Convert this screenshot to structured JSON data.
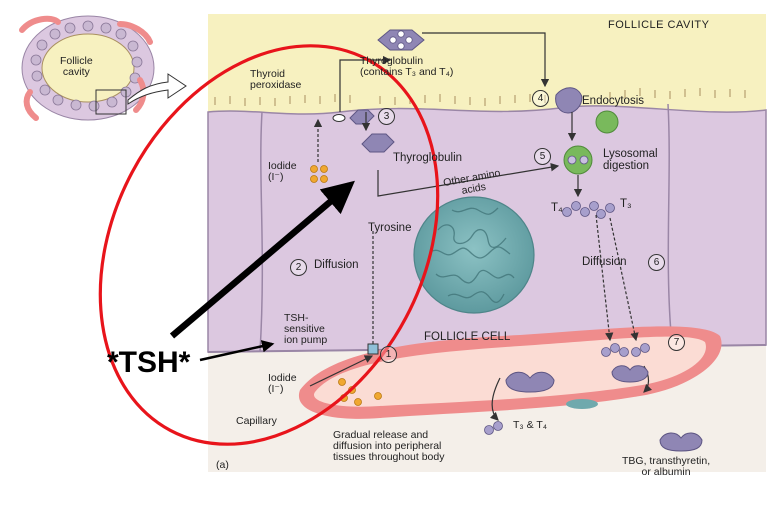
{
  "labels": {
    "follicle_cavity_inset": "Follicle\ncavity",
    "follicle_cavity": "FOLLICLE CAVITY",
    "thyroid_peroxidase": "Thyroid\nperoxidase",
    "thyroglobulin_top": "Thyroglobulin\n(contains T₃ and T₄)",
    "thyroglobulin_mid": "Thyroglobulin",
    "endocytosis": "Endocytosis",
    "lysosomal_digestion": "Lysosomal\ndigestion",
    "other_amino_acids": "Other amino\nacids",
    "iodide_inner": "Iodide\n(I⁻)",
    "tyrosine": "Tyrosine",
    "diffusion_left": "Diffusion",
    "diffusion_right": "Diffusion",
    "t4": "T₄",
    "t3": "T₃",
    "tsh_pump": "TSH-\nsensitive\nion pump",
    "follicle_cell": "FOLLICLE CELL",
    "iodide_capillary": "Iodide\n(I⁻)",
    "capillary": "Capillary",
    "gradual_release": "Gradual release and\ndiffusion into peripheral\ntissues throughout body",
    "t3_t4": "T₃ & T₄",
    "tbg": "TBG, transthyretin,\nor albumin",
    "panel": "(a)",
    "tsh_annotation": "*TSH*"
  },
  "steps": [
    "1",
    "2",
    "3",
    "4",
    "5",
    "6",
    "7"
  ],
  "colors": {
    "cell": "#dcc8e0",
    "cell_border": "#9a86a6",
    "cavity": "#f7f1c0",
    "capillary_wall": "#ef8c8c",
    "capillary_inner": "#fbdcd4",
    "nucleus": "#6fa9ad",
    "molecule": "#8f86b4",
    "iodide": "#f0a830",
    "lysosome": "#79b95c",
    "annotation_red": "#e8141b"
  },
  "icons": [
    "thyroglobulin-icon",
    "iodide-dot-icon",
    "lysosome-icon",
    "nucleus-icon",
    "tbg-protein-icon",
    "arrow-icon"
  ]
}
